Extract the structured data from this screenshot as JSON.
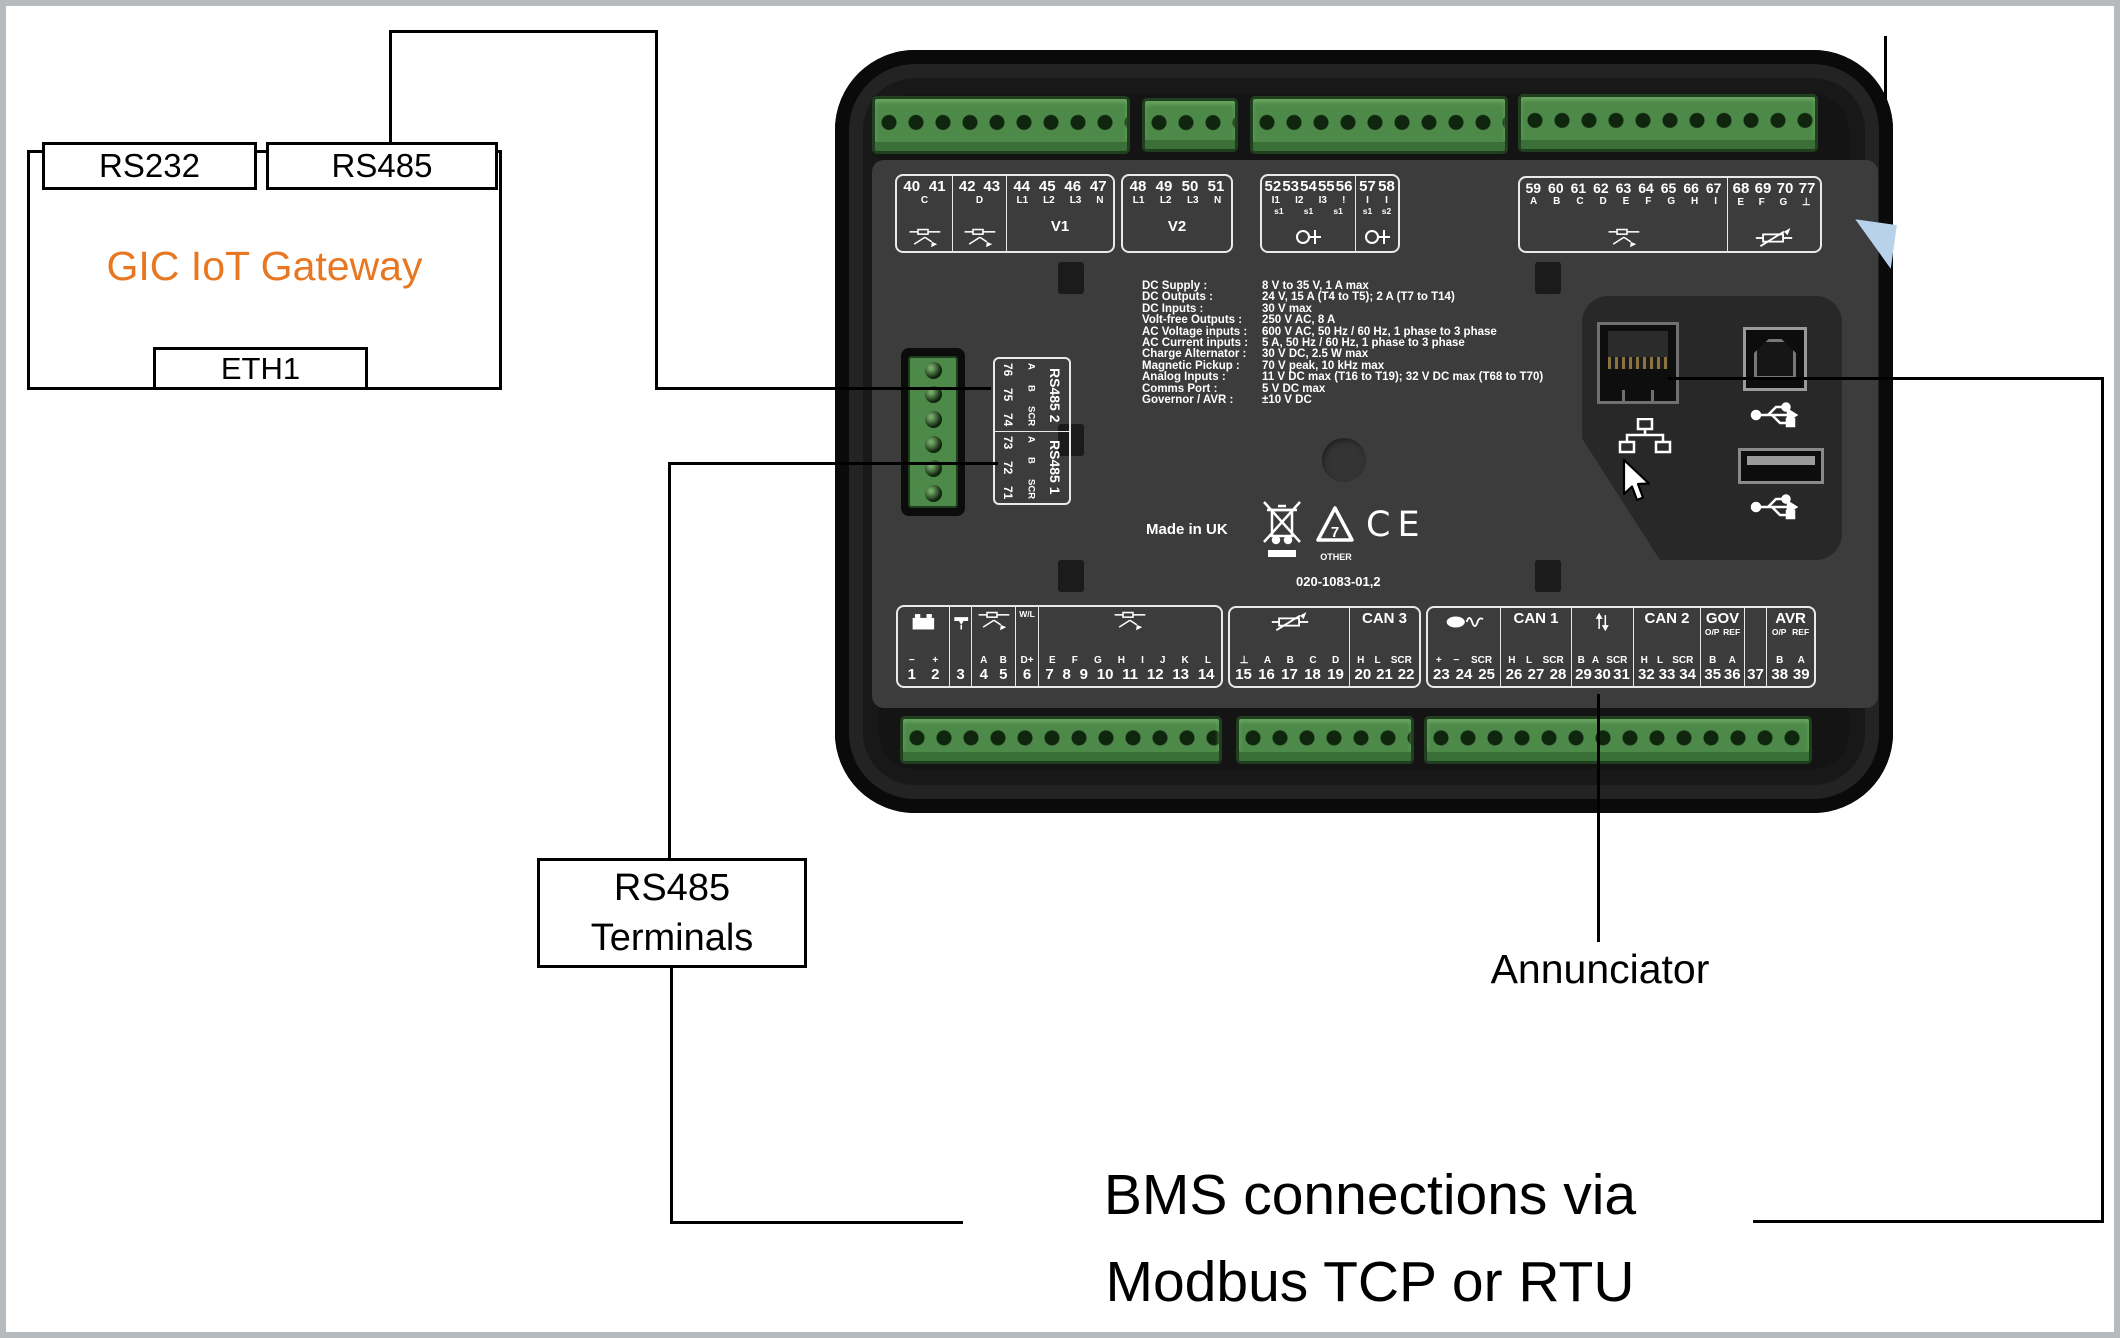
{
  "colors": {
    "accent_orange": "#e87722",
    "line": "#000000",
    "device_body": "#141414",
    "panel": "#3c3c3c",
    "connector_green": "#4d8a49",
    "label_text": "#ffffff",
    "frame_gray": "#b6babd"
  },
  "gateway": {
    "title": "GIC IoT Gateway",
    "rs232": "RS232",
    "rs485": "RS485",
    "eth1": "ETH1"
  },
  "callouts": {
    "rs485_terminals_line1": "RS485",
    "rs485_terminals_line2": "Terminals",
    "annunciator": "Annunciator",
    "bms_line1": "BMS connections via",
    "bms_line2": "Modbus TCP or RTU"
  },
  "device": {
    "made_in": "Made in UK",
    "part_number": "020-1083-01,2",
    "recycle_code": "7",
    "recycle_label": "OTHER",
    "ce_mark": "CE",
    "specs": [
      {
        "name": "DC Supply :",
        "value": "8 V to 35 V, 1 A max"
      },
      {
        "name": "DC Outputs :",
        "value": "24 V, 15 A (T4 to T5); 2 A (T7 to T14)"
      },
      {
        "name": "DC Inputs :",
        "value": "30 V max"
      },
      {
        "name": "Volt-free Outputs :",
        "value": "250 V AC, 8 A"
      },
      {
        "name": "AC Voltage inputs :",
        "value": "600 V AC, 50 Hz / 60 Hz, 1 phase to 3 phase"
      },
      {
        "name": "AC Current inputs :",
        "value": "5 A, 50 Hz / 60 Hz, 1 phase to 3 phase"
      },
      {
        "name": "Charge Alternator :",
        "value": "30 V DC, 2.5 W max"
      },
      {
        "name": "Magnetic Pickup :",
        "value": "70 V peak, 10 kHz max"
      },
      {
        "name": "Analog Inputs :",
        "value": "11 V DC max (T16 to T19); 32 V DC max (T68 to T70)"
      },
      {
        "name": "Comms Port :",
        "value": "5 V DC max"
      },
      {
        "name": "Governor / AVR :",
        "value": "±10 V DC"
      }
    ],
    "rs485": {
      "ports": [
        {
          "name": "RS485 2",
          "letters": "A B SCR",
          "numbers": "76 75 74"
        },
        {
          "name": "RS485 1",
          "letters": "A B SCR",
          "numbers": "73 72 71"
        }
      ]
    },
    "top_strip": [
      {
        "cells": [
          {
            "id": "relay-c",
            "numbers": "40 41",
            "letters": "C",
            "symbol": "relay"
          },
          {
            "id": "relay-d",
            "numbers": "42 43",
            "letters": "D",
            "symbol": "relay"
          },
          {
            "id": "v1",
            "numbers": "44 45 46 47",
            "letters": "L1 L2 L3 N",
            "label": "V1"
          }
        ]
      },
      {
        "cells": [
          {
            "id": "v2",
            "numbers": "48 49 50 51",
            "letters": "L1 L2 L3 N",
            "label": "V2"
          }
        ]
      },
      {
        "cells": [
          {
            "id": "ct1",
            "numbers": "52 53 54 55 56",
            "letters": "I1 I2 I3 !",
            "sub": "s1 s1 s1",
            "symbol": "ct"
          },
          {
            "id": "ct2",
            "numbers": "57 58",
            "letters": "I I",
            "sub": "s1 s2",
            "symbol": "ct"
          }
        ]
      },
      {
        "cells": [
          {
            "id": "relay-bank",
            "numbers": "59 60 61 62 63 64 65 66 67",
            "letters": "A B C D E F G H I",
            "symbol": "relay"
          },
          {
            "id": "analog-top",
            "numbers": "68 69 70 77",
            "letters": "E F G ⊥",
            "symbol": "rheostat"
          }
        ]
      }
    ],
    "bottom_strip": [
      {
        "cells": [
          {
            "id": "battery",
            "numbers": "1 2",
            "letters": "− +",
            "symbol": "battery"
          },
          {
            "id": "t3",
            "numbers": "3",
            "symbol": "sensor"
          },
          {
            "id": "ab",
            "numbers": "4 5",
            "letters": "A B",
            "symbol": "relay"
          },
          {
            "id": "dwl",
            "numbers": "6",
            "letters": "D+",
            "sub": "W/L"
          },
          {
            "id": "outs",
            "numbers": "7 8 9 10 11 12 13 14",
            "letters": "E F G H I J K L",
            "symbol": "relay"
          }
        ]
      },
      {
        "cells": [
          {
            "id": "analog-in",
            "numbers": "15 16 17 18 19",
            "letters": "⊥ A B C D",
            "symbol": "rheostat"
          },
          {
            "id": "can3",
            "numbers": "20 21 22",
            "letters": "H L SCR",
            "label": "CAN 3"
          }
        ]
      },
      {
        "cells": [
          {
            "id": "mpu",
            "numbers": "23 24 25",
            "letters": "+ − SCR",
            "symbol": "mpu"
          },
          {
            "id": "can1",
            "numbers": "26 27 28",
            "letters": "H L SCR",
            "label": "CAN 1"
          },
          {
            "id": "updown",
            "numbers": "29 30 31",
            "letters": "B A SCR",
            "symbol": "updown"
          },
          {
            "id": "can2",
            "numbers": "32 33 34",
            "letters": "H L SCR",
            "label": "CAN 2"
          },
          {
            "id": "gov",
            "numbers": "35 36",
            "letters": "B A",
            "label": "GOV",
            "sub": "O/P REF"
          },
          {
            "id": "t37",
            "numbers": "37"
          },
          {
            "id": "avr",
            "numbers": "38 39",
            "letters": "B A",
            "label": "AVR",
            "sub": "O/P REF"
          }
        ]
      }
    ]
  }
}
